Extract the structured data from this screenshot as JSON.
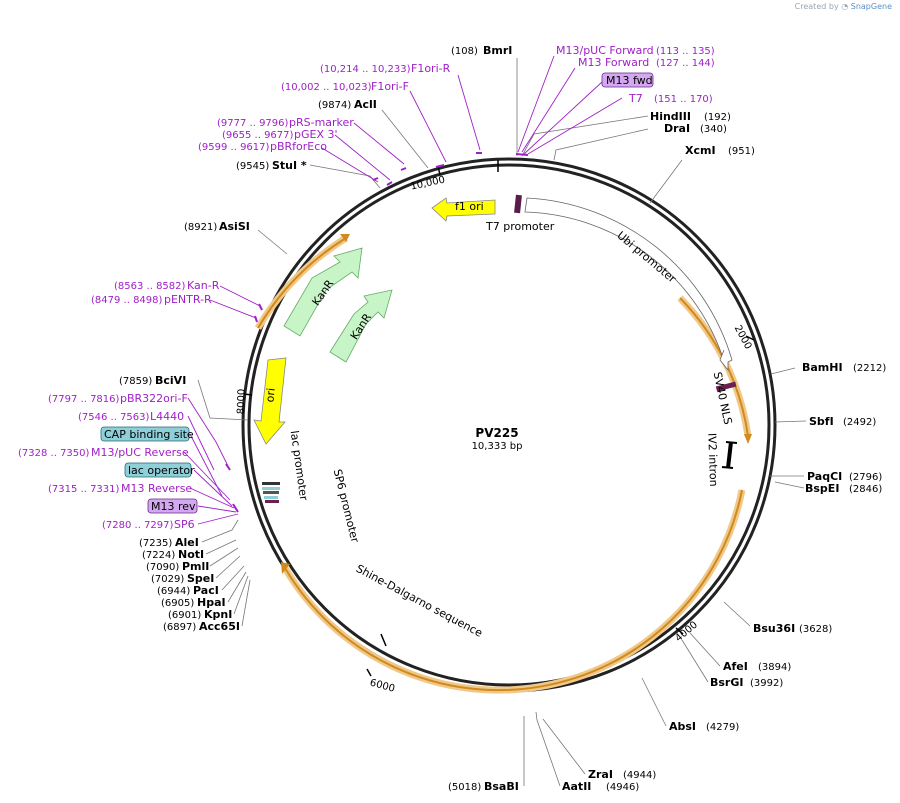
{
  "credit": {
    "prefix": "Created by",
    "brand": "SnapGene"
  },
  "plasmid": {
    "name": "PV225",
    "length_label": "10,333 bp"
  },
  "colors": {
    "primer": "#a020c8",
    "kanr_fill": "#c8f5c8",
    "ori_fill": "#ffff00",
    "orange_arc": "#e6a23c",
    "promoter_fill": "#ffffff",
    "box_cyan": "#8ecfd8",
    "box_violet": "#d4a8f0"
  },
  "ticks": {
    "t2000": "2000",
    "t4000": "4000",
    "t6000": "6000",
    "t8000": "8000",
    "t10000": "10,000"
  },
  "sites_right": [
    {
      "name": "BmrI",
      "pos": "(108)"
    },
    {
      "name": "HindIII",
      "pos": "(192)"
    },
    {
      "name": "DraI",
      "pos": "(340)"
    },
    {
      "name": "XcmI",
      "pos": "(951)"
    },
    {
      "name": "BamHI",
      "pos": "(2212)"
    },
    {
      "name": "SbfI",
      "pos": "(2492)"
    },
    {
      "name": "PaqCI",
      "pos": "(2796)"
    },
    {
      "name": "BspEI",
      "pos": "(2846)"
    },
    {
      "name": "Bsu36I",
      "pos": "(3628)"
    },
    {
      "name": "AfeI",
      "pos": "(3894)"
    },
    {
      "name": "BsrGI",
      "pos": "(3992)"
    },
    {
      "name": "AbsI",
      "pos": "(4279)"
    },
    {
      "name": "ZraI",
      "pos": "(4944)"
    },
    {
      "name": "AatII",
      "pos": "(4946)"
    },
    {
      "name": "BsaBI",
      "pos": "(5018)"
    }
  ],
  "sites_left": [
    {
      "name": "AclI",
      "pos": "(9874)"
    },
    {
      "name": "StuI *",
      "pos": "(9545)"
    },
    {
      "name": "AsiSI",
      "pos": "(8921)"
    },
    {
      "name": "BciVI",
      "pos": "(7859)"
    },
    {
      "name": "AleI",
      "pos": "(7235)"
    },
    {
      "name": "NotI",
      "pos": "(7224)"
    },
    {
      "name": "PmlI",
      "pos": "(7090)"
    },
    {
      "name": "SpeI",
      "pos": "(7029)"
    },
    {
      "name": "PacI",
      "pos": "(6944)"
    },
    {
      "name": "HpaI",
      "pos": "(6905)"
    },
    {
      "name": "KpnI",
      "pos": "(6901)"
    },
    {
      "name": "Acc65I",
      "pos": "(6897)"
    }
  ],
  "primers": [
    {
      "name": "M13/pUC Forward",
      "pos": "(113 .. 135)"
    },
    {
      "name": "M13 Forward",
      "pos": "(127 .. 144)"
    },
    {
      "name": "T7",
      "pos": "(151 .. 170)"
    },
    {
      "name": "F1ori-R",
      "pos": "(10,214 .. 10,233)"
    },
    {
      "name": "F1ori-F",
      "pos": "(10,002 .. 10,023)"
    },
    {
      "name": "pRS-marker",
      "pos": "(9777 .. 9796)"
    },
    {
      "name": "pGEX 3'",
      "pos": "(9655 .. 9677)"
    },
    {
      "name": "pBRforEco",
      "pos": "(9599 .. 9617)"
    },
    {
      "name": "Kan-R",
      "pos": "(8563 .. 8582)"
    },
    {
      "name": "pENTR-R",
      "pos": "(8479 .. 8498)"
    },
    {
      "name": "pBR322ori-F",
      "pos": "(7797 .. 7816)"
    },
    {
      "name": "L4440",
      "pos": "(7546 .. 7563)"
    },
    {
      "name": "M13/pUC Reverse",
      "pos": "(7328 .. 7350)"
    },
    {
      "name": "M13 Reverse",
      "pos": "(7315 .. 7331)"
    },
    {
      "name": "SP6",
      "pos": "(7280 .. 7297)"
    }
  ],
  "boxes": {
    "m13fwd": "M13 fwd",
    "cap": "CAP binding site",
    "lacop": "lac operator",
    "m13rev": "M13 rev"
  },
  "features": {
    "f1ori": "f1 ori",
    "t7promoter": "T7 promoter",
    "ubi": "Ubi promoter",
    "sv40": "SV40 NLS",
    "iv2": "IV2 intron",
    "kanr1": "KanR",
    "kanr2": "KanR",
    "ori": "ori",
    "lac": "lac promoter",
    "sp6": "SP6 promoter",
    "shine": "Shine-Dalgarno sequence"
  }
}
